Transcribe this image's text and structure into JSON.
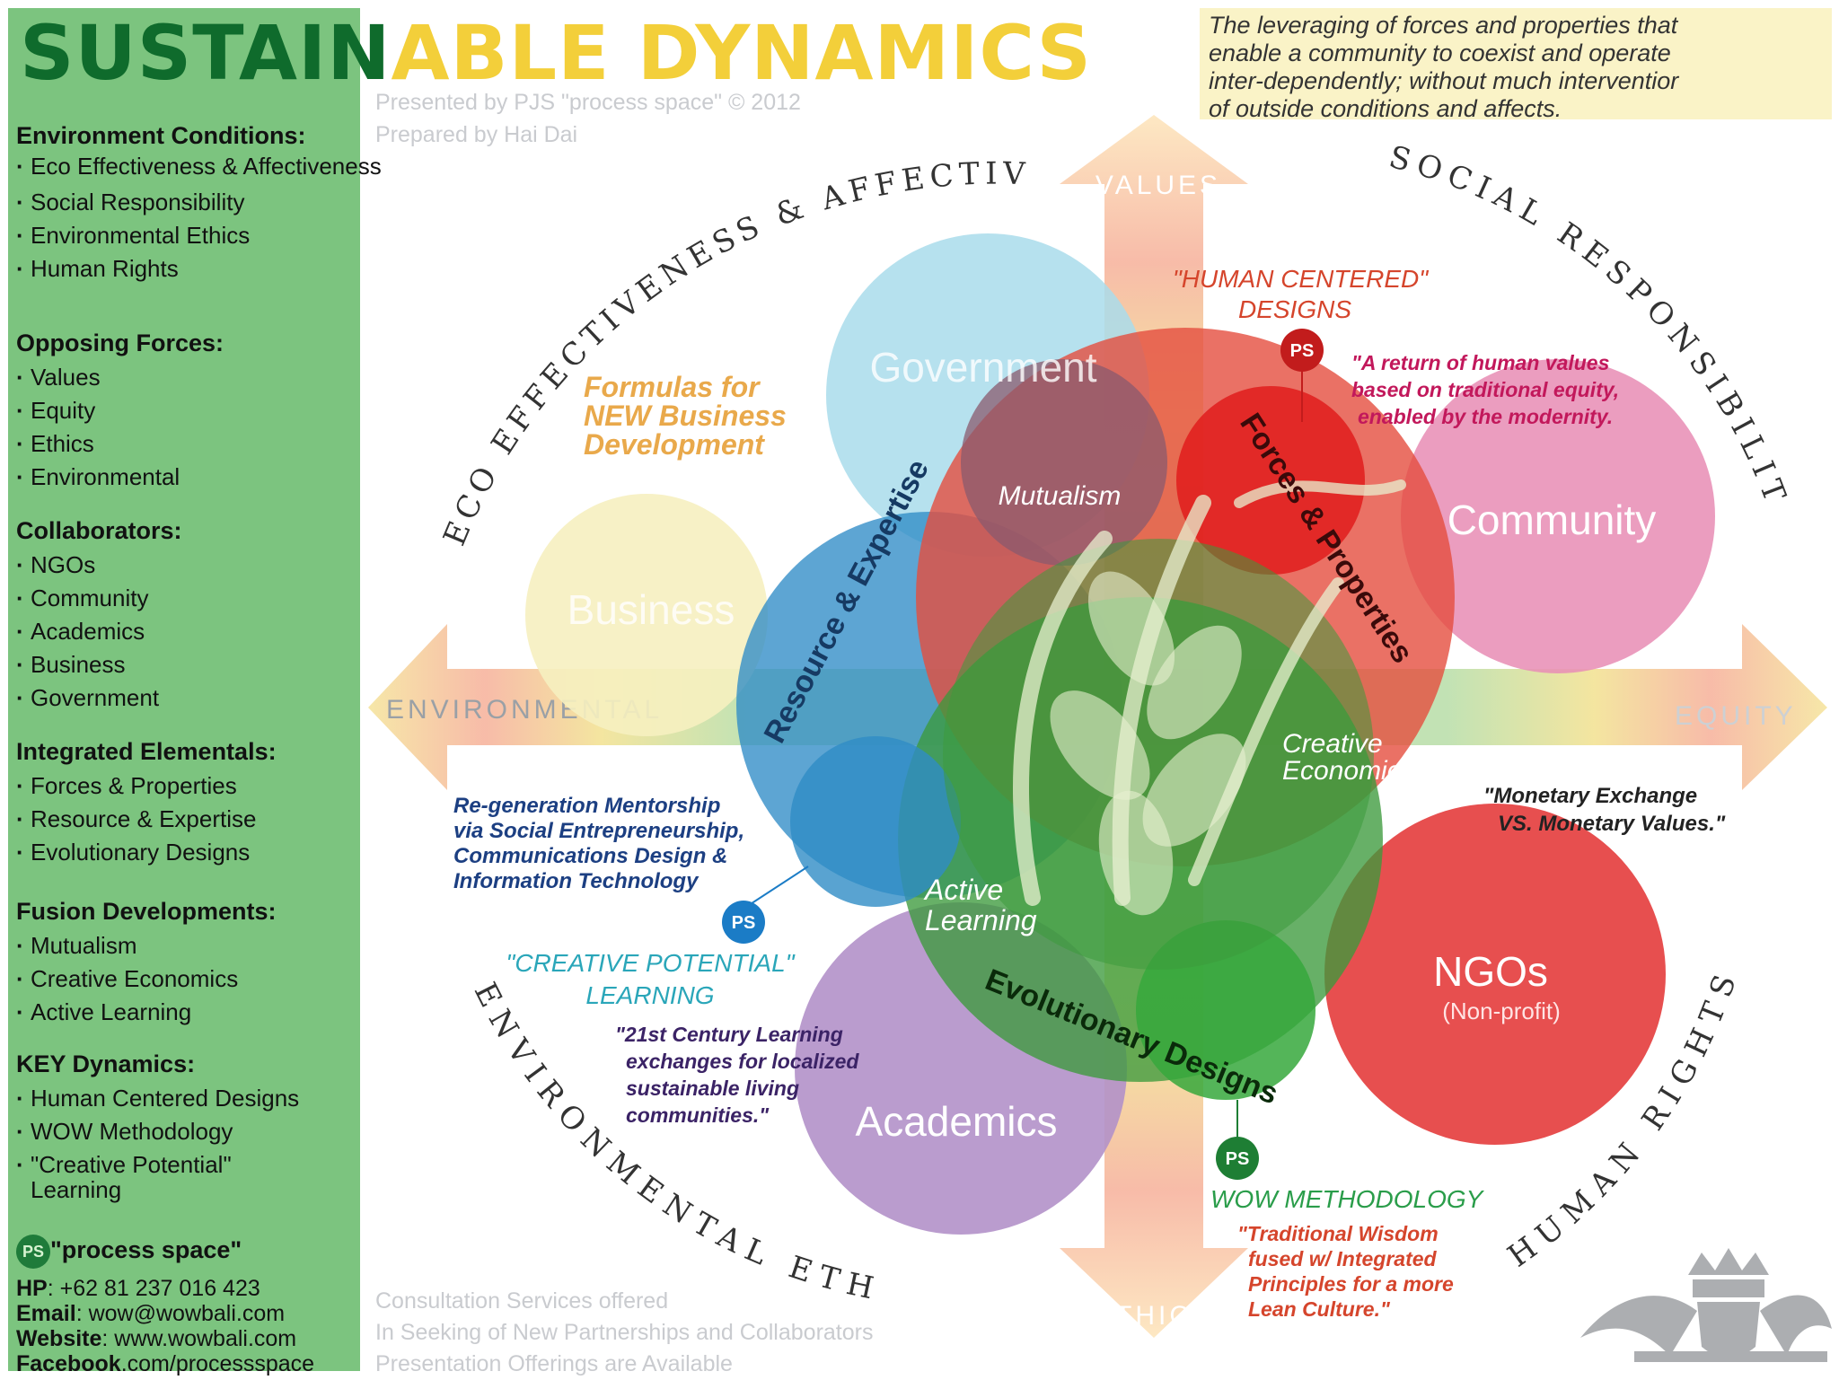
{
  "header": {
    "title_part1": "SUSTAIN",
    "title_part2": "ABLE DYNAMICS",
    "credit_line1": "Presented by PJS \"process space\" © 2012",
    "credit_line2": "Prepared by Hai Dai"
  },
  "definition": [
    "The leveraging of forces and properties that",
    "enable a community to coexist and operate",
    "inter-dependently; without much interventior",
    "of outside conditions and affects."
  ],
  "sidebar": {
    "sections": [
      {
        "heading": "Environment Conditions:",
        "items": [
          "Eco Effectiveness & Affectiveness",
          "Social Responsibility",
          "Environmental Ethics",
          "Human Rights"
        ]
      },
      {
        "heading": "Opposing Forces:",
        "items": [
          "Values",
          "Equity",
          "Ethics",
          "Environmental"
        ]
      },
      {
        "heading": "Collaborators:",
        "items": [
          "NGOs",
          "Community",
          "Academics",
          "Business",
          "Government"
        ]
      },
      {
        "heading": "Integrated Elementals:",
        "items": [
          "Forces & Properties",
          "Resource & Expertise",
          "Evolutionary Designs"
        ]
      },
      {
        "heading": "Fusion Developments:",
        "items": [
          "Mutualism",
          "Creative Economics",
          "Active Learning"
        ]
      },
      {
        "heading": "KEY Dynamics:",
        "items": [
          "Human Centered Designs",
          "WOW Methodology",
          "\"Creative Potential\" Learning"
        ]
      }
    ],
    "contact": {
      "logo": "PS",
      "brand": "\"process space\"",
      "hp_label": "HP",
      "hp_value": ": +62 81 237 016 423",
      "email_label": "Email",
      "email_value": ": wow@wowbali.com",
      "website_label": "Website",
      "website_value": ": www.wowbali.com",
      "facebook_label": "Facebook",
      "facebook_value": ".com/processspace"
    }
  },
  "footer": [
    "Consultation Services offered",
    "In Seeking of New Partnerships and Collaborators",
    "Presentation Offerings are Available"
  ],
  "arcs": {
    "top_left": "ECO EFFECTIVENESS & AFFECTIVENESS",
    "top_right": "SOCIAL RESPONSIBILITY",
    "bottom_left": "ENVIRONMENTAL ETHICS",
    "bottom_right": "HUMAN RIGHTS"
  },
  "arrows": {
    "up": "VALUES",
    "down": "ETHICS",
    "left": "ENVIRONMENTAL",
    "right": "EQUITY"
  },
  "circles": {
    "government": "Government",
    "business": "Business",
    "community": "Community",
    "academics": "Academics",
    "ngos": "NGOs",
    "ngos_sub": "(Non-profit)"
  },
  "fusions": {
    "mutualism": "Mutualism",
    "creative_1": "Creative",
    "creative_2": "Economics",
    "active_1": "Active",
    "active_2": "Learning"
  },
  "elementals": {
    "resource": "Resource & Expertise",
    "forces": "Forces & Properties",
    "evolutionary": "Evolutionary Designs"
  },
  "formulas": [
    "Formulas for",
    "NEW Business",
    "Development"
  ],
  "human_centered": {
    "title_1": "\"HUMAN CENTERED\"",
    "title_2": "DESIGNS",
    "quote": [
      "\"A return of human values",
      "based on traditional equity,",
      "enabled by the modernity."
    ]
  },
  "monetary": [
    "\"Monetary Exchange",
    "VS. Monetary Values.\""
  ],
  "regeneration": [
    "Re-generation Mentorship",
    "via Social Entrepreneurship,",
    "Communications Design &",
    "Information Technology"
  ],
  "creative_potential": {
    "title_1": "\"CREATIVE POTENTIAL\"",
    "title_2": "LEARNING",
    "quote": [
      "\"21st Century Learning",
      "exchanges for localized",
      "sustainable living",
      "communities.\""
    ]
  },
  "wow": {
    "title": "WOW METHODOLOGY",
    "quote": [
      "\"Traditional Wisdom",
      "fused w/ Integrated",
      "Principles for a more",
      "Lean Culture.\""
    ]
  },
  "ps_marker": "PS",
  "colors": {
    "sidebar": "#7cc47f",
    "title_green": "#0f6b2c",
    "title_yellow": "#f3cf3a",
    "government": "#a9dceb",
    "business": "#f6efc0",
    "community": "#e88fb6",
    "academics": "#b291c9",
    "ngos": "#e43c3c",
    "core": "#3c9a3c"
  }
}
